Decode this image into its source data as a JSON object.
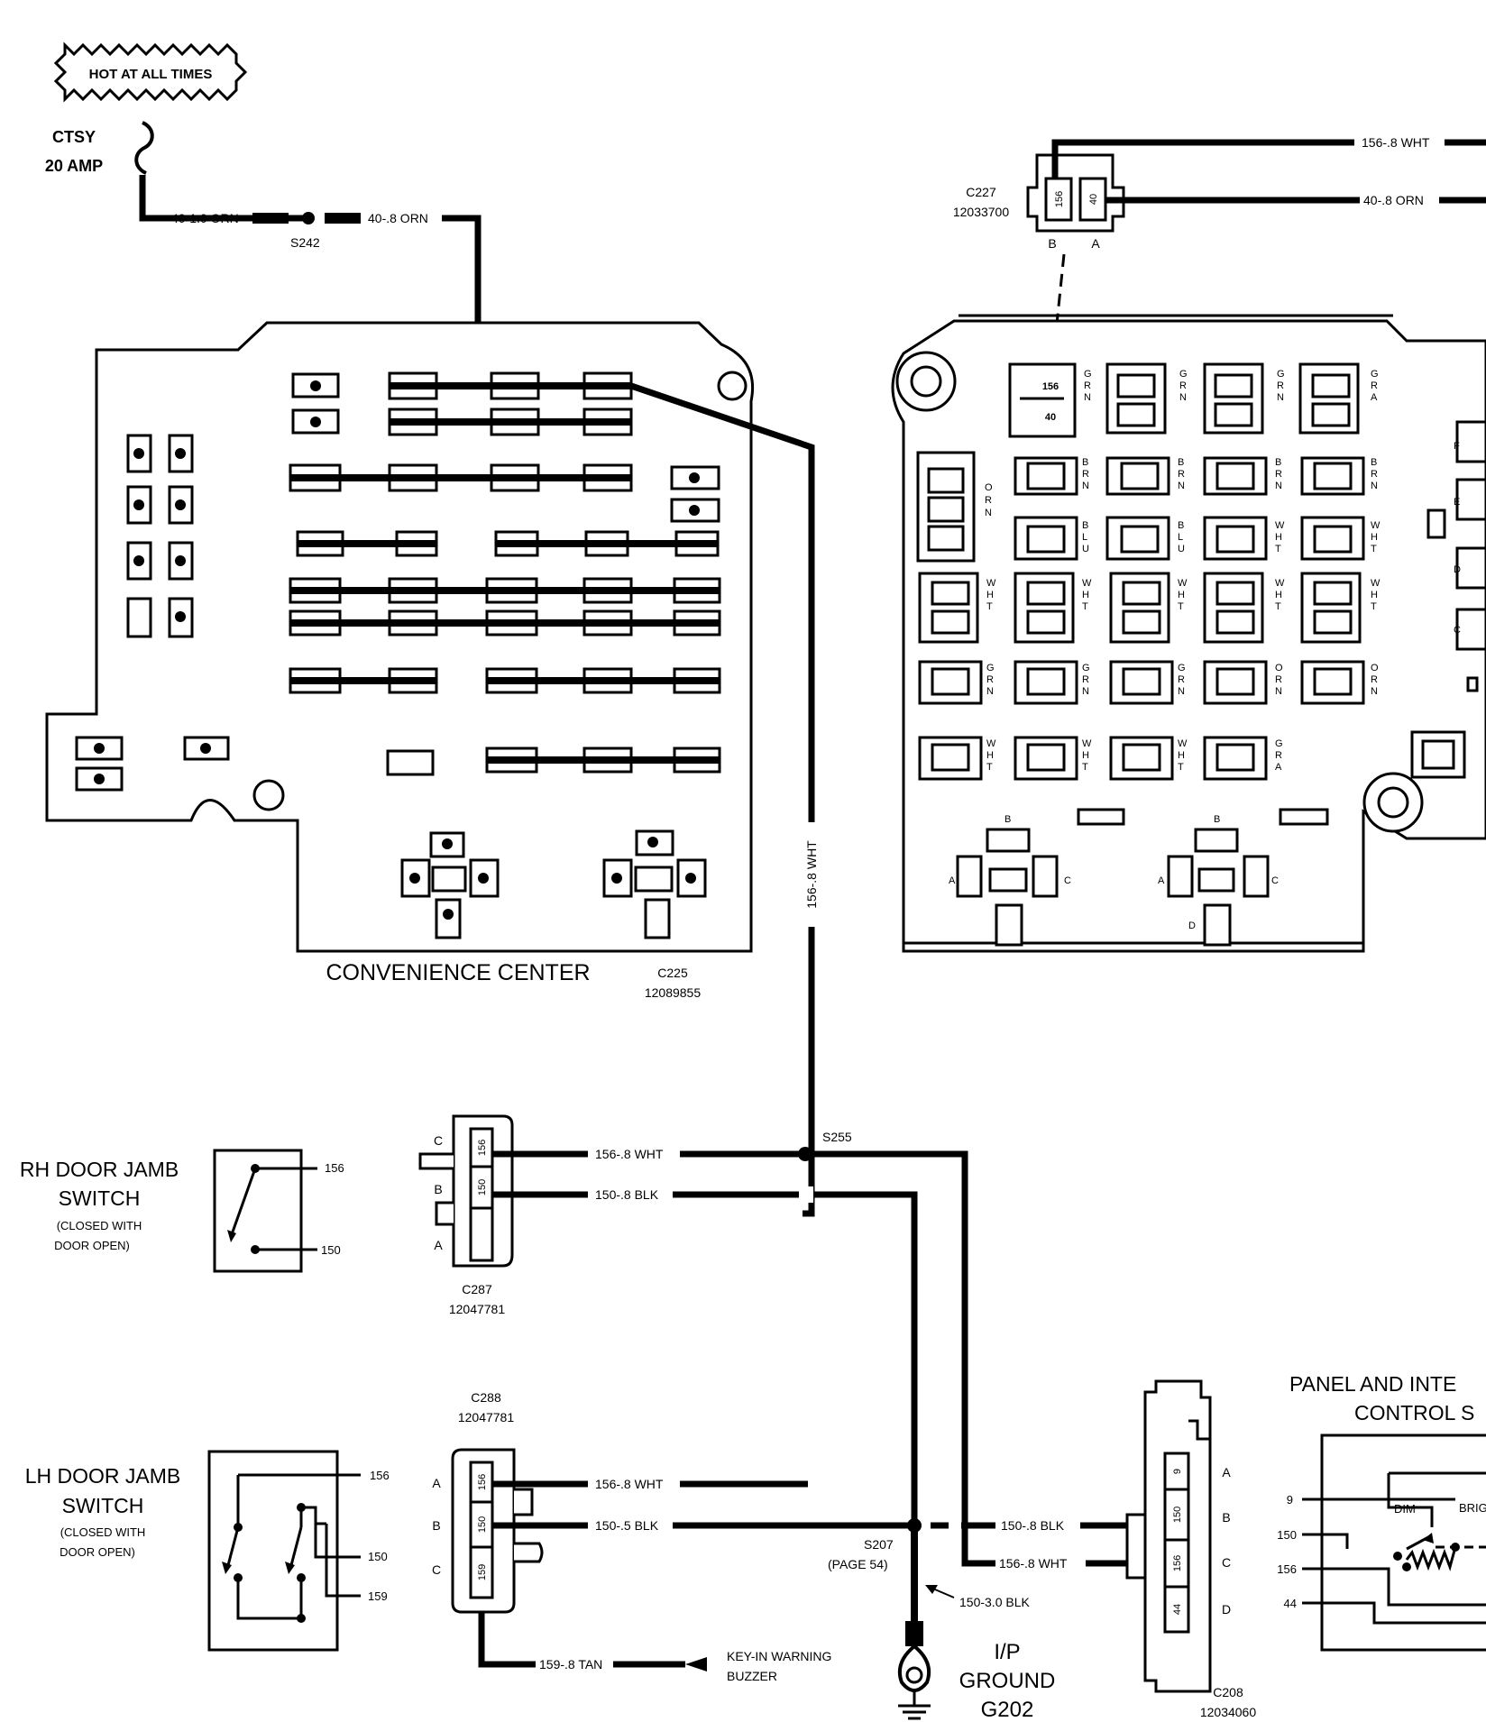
{
  "power": {
    "hot_label": "HOT AT ALL TIMES",
    "fuse_name": "CTSY",
    "fuse_rating": "20 AMP"
  },
  "wires": {
    "w40_10_orn": "40-1.0 ORN",
    "w40_8_orn_a": "40-.8 ORN",
    "w40_8_orn_b": "40-.8 ORN",
    "w156_8_wht_top": "156-.8 WHT",
    "w156_8_wht_vertical": "156-.8 WHT",
    "w156_8_wht_c287": "156-.8 WHT",
    "w150_8_blk_c287": "150-.8 BLK",
    "w156_8_wht_c288": "156-.8 WHT",
    "w150_5_blk_c288": "150-.5 BLK",
    "w150_8_blk_c208": "150-.8 BLK",
    "w156_8_wht_c208": "156-.8 WHT",
    "w150_30_blk": "150-3.0 BLK",
    "w159_8_tan": "159-.8 TAN"
  },
  "splices": {
    "s242": "S242",
    "s255": "S255",
    "s207": "S207",
    "s207_ref": "(PAGE 54)"
  },
  "connectors": {
    "c227": {
      "name": "C227",
      "part": "12033700",
      "pins": [
        "156",
        "40"
      ],
      "letters": [
        "B",
        "A"
      ]
    },
    "c225": {
      "name": "C225",
      "part": "12089855"
    },
    "c287": {
      "name": "C287",
      "part": "12047781",
      "pins": [
        "156",
        "150"
      ],
      "letters": [
        "C",
        "B",
        "A"
      ]
    },
    "c288": {
      "name": "C288",
      "part": "12047781",
      "pins": [
        "156",
        "150",
        "159"
      ],
      "letters": [
        "A",
        "B",
        "C"
      ]
    },
    "c208": {
      "name": "C208",
      "part": "12034060",
      "pins": [
        "9",
        "150",
        "156",
        "44"
      ],
      "letters": [
        "A",
        "B",
        "C",
        "D"
      ]
    }
  },
  "components": {
    "convenience_center": "CONVENIENCE CENTER",
    "rh_switch": {
      "line1": "RH DOOR JAMB",
      "line2": "SWITCH",
      "note1": "(CLOSED WITH",
      "note2": "DOOR OPEN)",
      "t1": "156",
      "t2": "150"
    },
    "lh_switch": {
      "line1": "LH DOOR JAMB",
      "line2": "SWITCH",
      "note1": "(CLOSED WITH",
      "note2": "DOOR OPEN)",
      "t1": "156",
      "t2": "150",
      "t3": "159"
    },
    "buzzer": {
      "line1": "KEY-IN WARNING",
      "line2": "BUZZER"
    },
    "ground": {
      "line1": "I/P",
      "line2": "GROUND",
      "line3": "G202"
    },
    "panel_switch": {
      "line1": "PANEL AND INTE",
      "line2": "CONTROL S",
      "dim": "DIM",
      "bright": "BRIG",
      "pins": [
        "9",
        "150",
        "156",
        "44"
      ]
    }
  },
  "fuse_block": {
    "cavity_pins": [
      "156",
      "40"
    ],
    "color_codes": {
      "r1": [
        "GRN",
        "GRN",
        "GRN",
        "GRA"
      ],
      "r2": [
        "BRN",
        "BRN",
        "BRN",
        "BRN"
      ],
      "r2_left": "ORN",
      "r3": [
        "BLU",
        "BLU",
        "WHT",
        "WHT"
      ],
      "r4": [
        "WHT",
        "WHT",
        "WHT",
        "WHT",
        "WHT"
      ],
      "r5": [
        "GRN",
        "GRN",
        "GRN",
        "ORN",
        "ORN"
      ],
      "r6": [
        "WHT",
        "WHT",
        "WHT",
        "GRA"
      ]
    },
    "side_letters": [
      "F",
      "E",
      "D",
      "C"
    ],
    "relay_letters": [
      "A",
      "B",
      "C",
      "D"
    ]
  }
}
